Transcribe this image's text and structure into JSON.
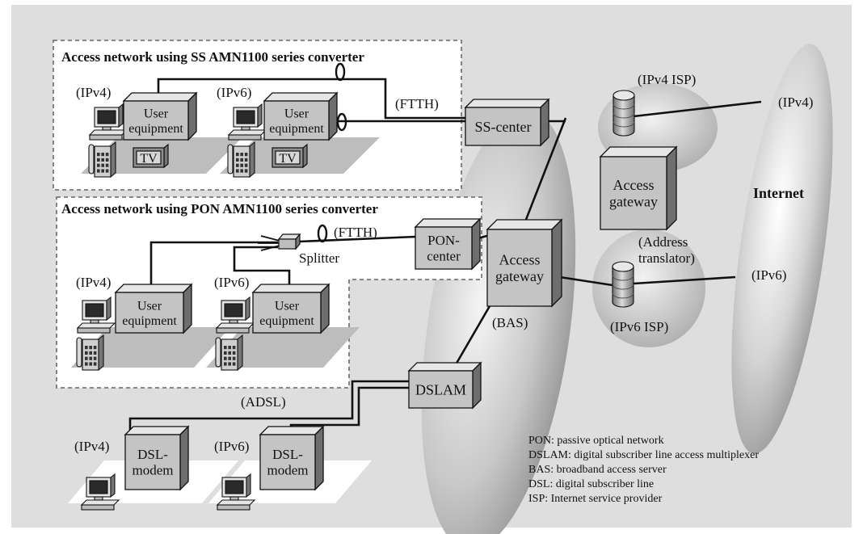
{
  "section_titles": {
    "ss": "Access network using SS AMN1100 series converter",
    "pon": "Access network using PON AMN1100 series converter"
  },
  "tags": {
    "ipv4": "(IPv4)",
    "ipv6": "(IPv6)",
    "ftth": "(FTTH)",
    "adsl": "(ADSL)",
    "bas": "(BAS)"
  },
  "devices": {
    "user_l1": "User",
    "user_l2": "equipment",
    "tv": "TV",
    "ss_center": "SS-center",
    "pon_l1": "PON-",
    "pon_l2": "center",
    "splitter": "Splitter",
    "ag_l1": "Access",
    "ag_l2": "gateway",
    "dslam": "DSLAM",
    "modem_l1": "DSL-",
    "modem_l2": "modem"
  },
  "isp": {
    "ipv4": "(IPv4 ISP)",
    "ipv6": "(IPv6 ISP)",
    "addr_l1": "(Address",
    "addr_l2": "translator)"
  },
  "internet": "Internet",
  "legend": [
    "PON: passive optical network",
    "DSLAM: digital subscriber line access multiplexer",
    "BAS: broadband access server",
    "DSL: digital subscriber line",
    "ISP: Internet service provider"
  ]
}
